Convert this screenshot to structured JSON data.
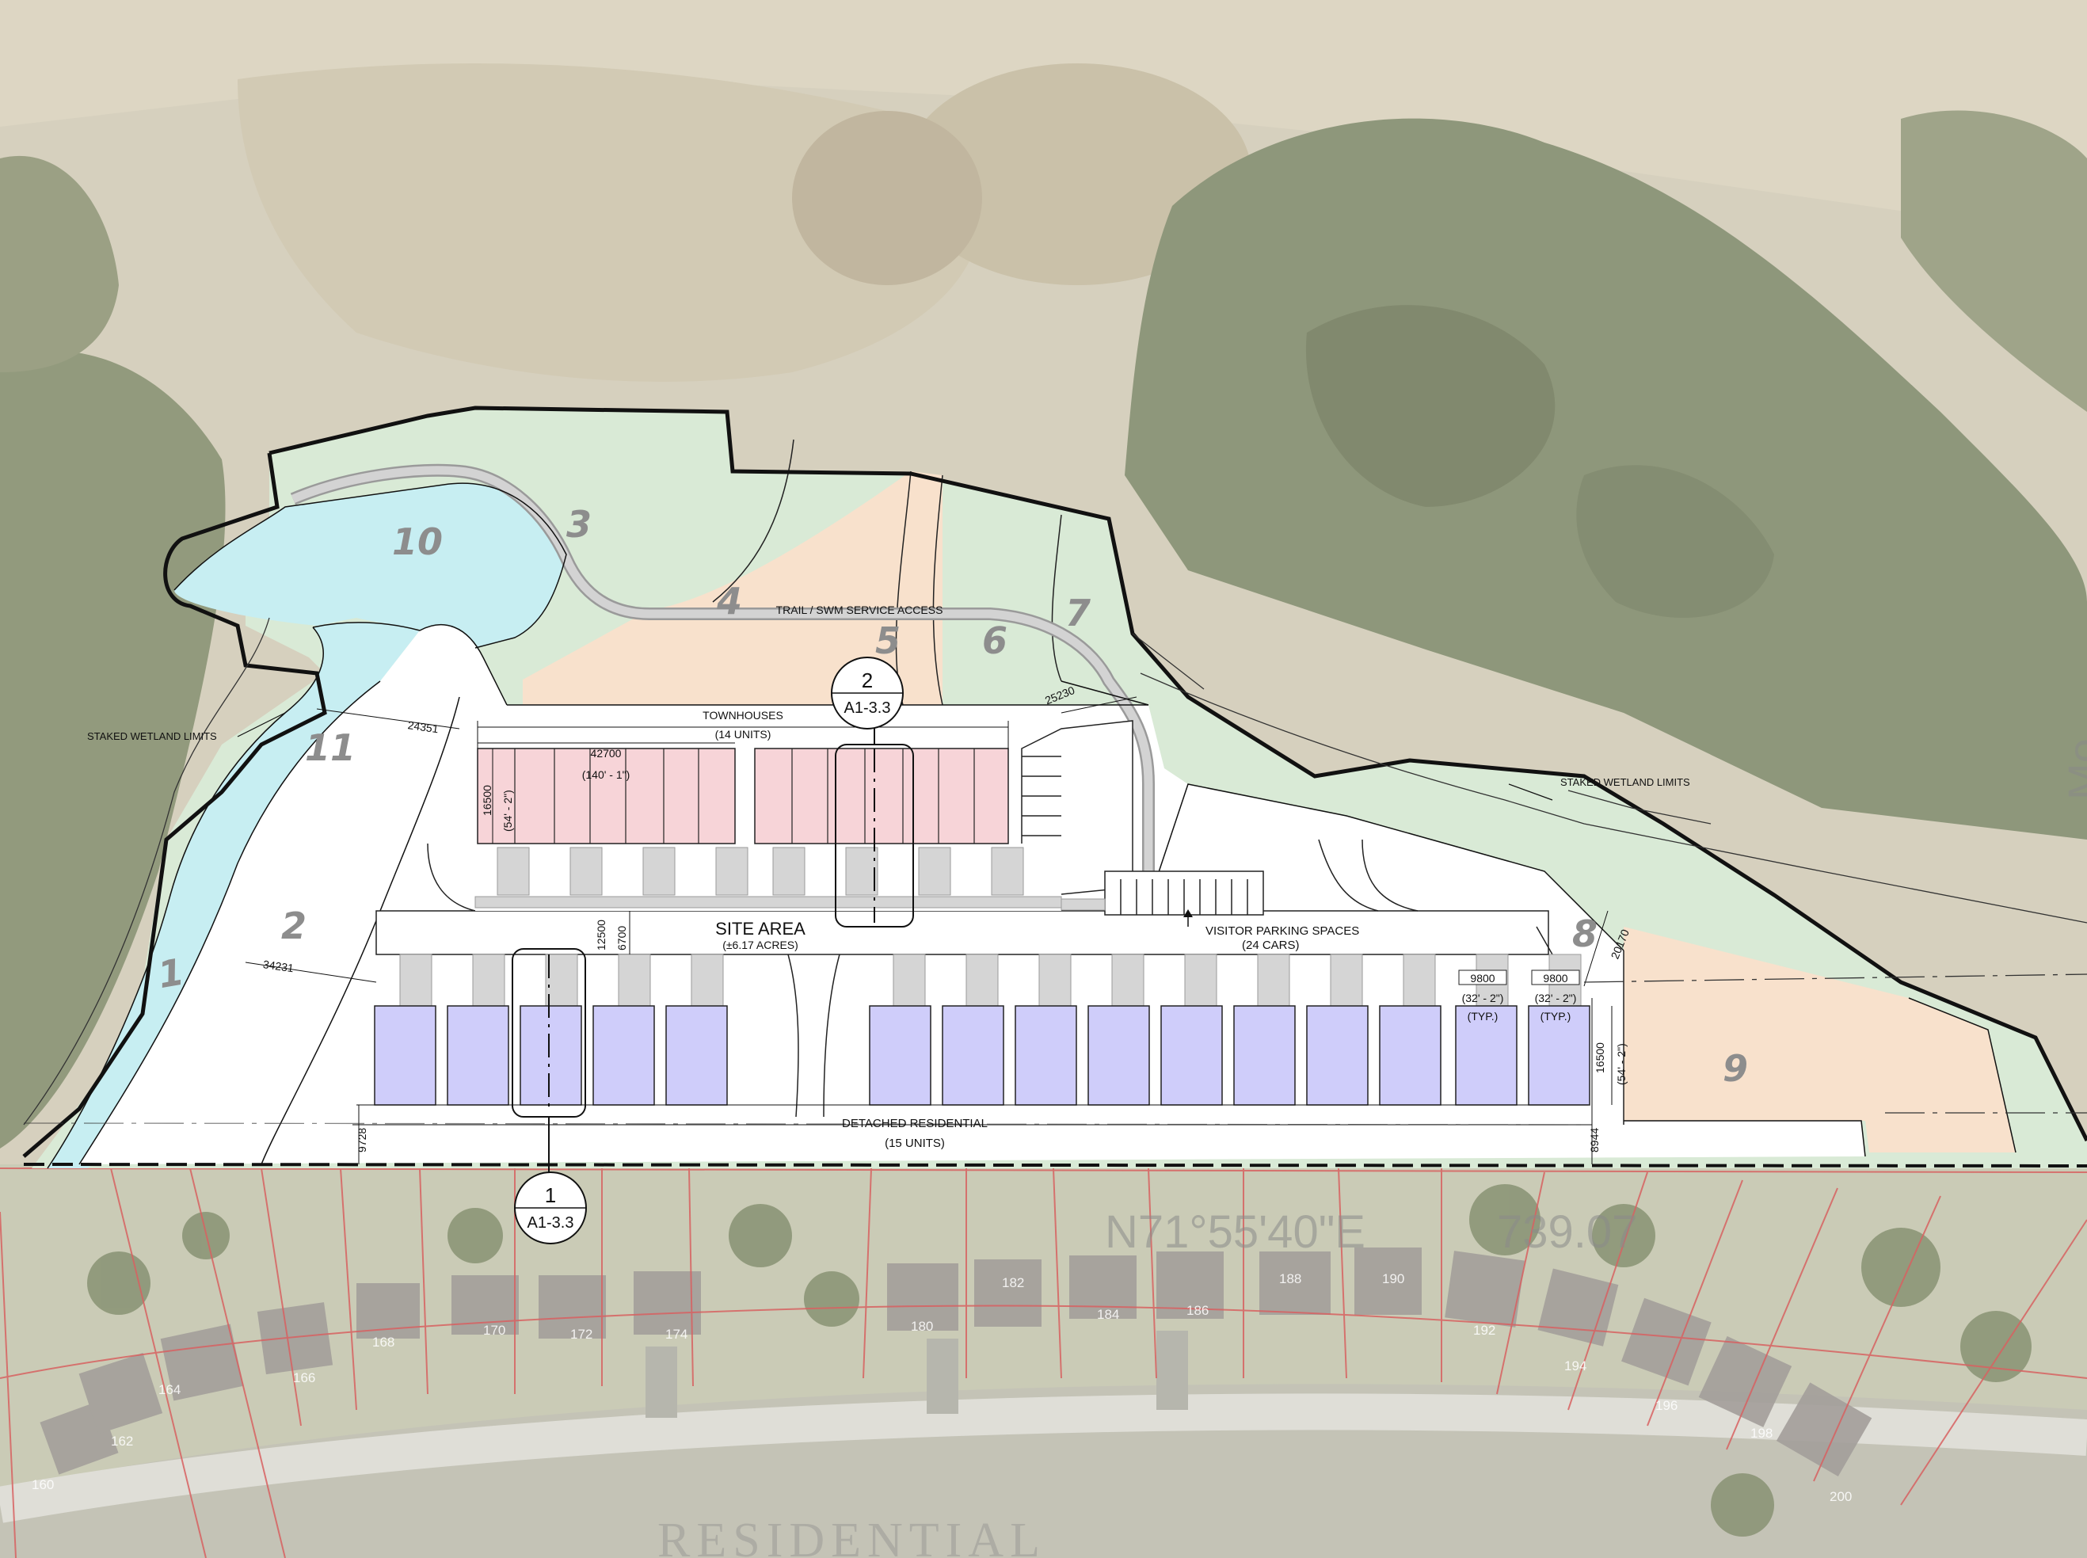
{
  "colors": {
    "aerial_ground": "#c9c3ad",
    "forest": "#76805e",
    "buffer_green": "#d9ead6",
    "pond_blue": "#c7eef2",
    "peach": "#f8e1cc",
    "townhouse_pink": "#f7d4d8",
    "detached_blue": "#cfcdfa",
    "driveway_gray": "#d5d5d5"
  },
  "labels": {
    "townhouses_title": "TOWNHOUSES",
    "townhouses_units": "(14 UNITS)",
    "site_area_title": "SITE AREA",
    "site_area_acres": "(±6.17 ACRES)",
    "visitor_parking_title": "VISITOR PARKING SPACES",
    "visitor_parking_cars": "(24 CARS)",
    "detached_title": "DETACHED RESIDENTIAL",
    "detached_units": "(15 UNITS)",
    "trail_access": "TRAIL / SWM SERVICE ACCESS",
    "wetland_left": "STAKED WETLAND LIMITS",
    "wetland_right": "STAKED WETLAND LIMITS",
    "bearing": "N71°55'40\"E",
    "distance": "739.07",
    "street_partial": "RESIDENTIAL",
    "side_text": "Mo"
  },
  "section_markers": [
    {
      "num": "2",
      "sheet": "A1-3.3"
    },
    {
      "num": "1",
      "sheet": "A1-3.3"
    }
  ],
  "zone_numbers": [
    "1",
    "2",
    "3",
    "4",
    "5",
    "6",
    "7",
    "8",
    "9",
    "10",
    "11"
  ],
  "dimensions": {
    "d24351": "24351",
    "d42700": "42700",
    "d42700_imp": "(140' - 1\")",
    "d16500_a": "16500",
    "d16500_a_imp": "(54' - 2\")",
    "d12500": "12500",
    "d6700": "6700",
    "d34231": "34231",
    "d25230": "25230",
    "d20170": "20170",
    "d9800_a": "9800",
    "d9800_a_imp": "(32' - 2\")",
    "d9800_a_typ": "(TYP.)",
    "d9800_b": "9800",
    "d9800_b_imp": "(32' - 2\")",
    "d9800_b_typ": "(TYP.)",
    "d16500_b": "16500",
    "d16500_b_imp": "(54' - 2\")",
    "d9728": "9728",
    "d8944": "8944"
  },
  "lot_numbers": [
    "160",
    "162",
    "164",
    "166",
    "168",
    "170",
    "172",
    "174",
    "180",
    "182",
    "184",
    "186",
    "188",
    "190",
    "192",
    "194",
    "196",
    "198",
    "200"
  ]
}
